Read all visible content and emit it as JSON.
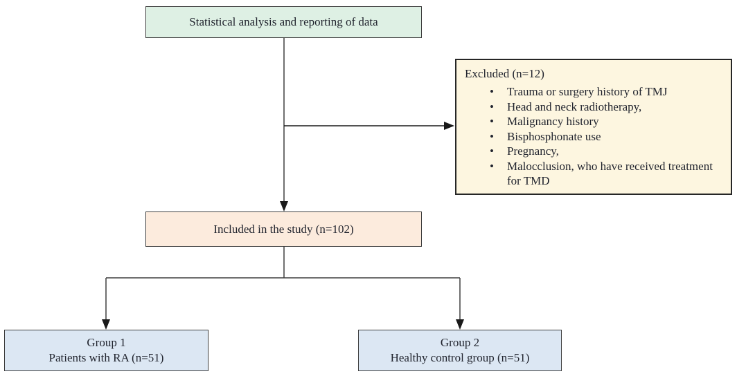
{
  "diagram": {
    "stat_box": {
      "label": "Statistical analysis and reporting of data"
    },
    "excluded_box": {
      "title": "Excluded (n=12)",
      "items": [
        "Trauma or surgery history of TMJ",
        "Head and neck radiotherapy,",
        "Malignancy history",
        "Bisphosphonate use",
        "Pregnancy,",
        "Malocclusion, who have received treatment for TMD"
      ]
    },
    "included_box": {
      "label": "Included in the study (n=102)"
    },
    "group1_box": {
      "line1": "Group 1",
      "line2": "Patients with RA (n=51)"
    },
    "group2_box": {
      "line1": "Group 2",
      "line2": "Healthy control group (n=51)"
    },
    "colors": {
      "stat_box_bg": "#def0e4",
      "excluded_box_bg": "#fdf6e0",
      "included_box_bg": "#fcebdd",
      "group_box_bg": "#dce7f3",
      "border": "#3c3c3c",
      "arrow": "#1a1a1a",
      "text": "#21242e"
    }
  }
}
